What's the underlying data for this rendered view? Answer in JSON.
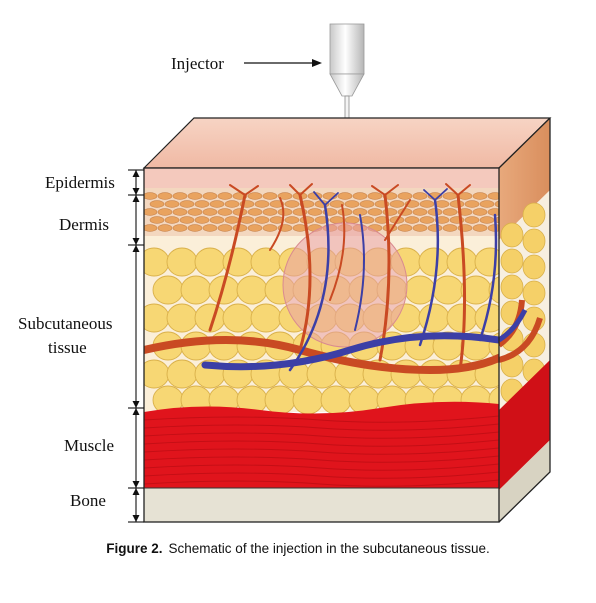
{
  "labels": {
    "injector": "Injector",
    "epidermis": "Epidermis",
    "dermis": "Dermis",
    "subcutaneous_line1": "Subcutaneous",
    "subcutaneous_line2": "tissue",
    "muscle": "Muscle",
    "bone": "Bone"
  },
  "caption": {
    "number": "Figure 2.",
    "text": "Schematic of the injection in the subcutaneous tissue."
  },
  "colors": {
    "epidermis_top": "#f3c2b0",
    "dermis": "#e9a35f",
    "fat_cell": "#f7d774",
    "fat_outline": "#d9b04a",
    "muscle": "#e0141c",
    "bone": "#e6e2d4",
    "artery": "#c94a23",
    "vein": "#3c3fa6",
    "injection_zone": "#e9a0a6"
  }
}
